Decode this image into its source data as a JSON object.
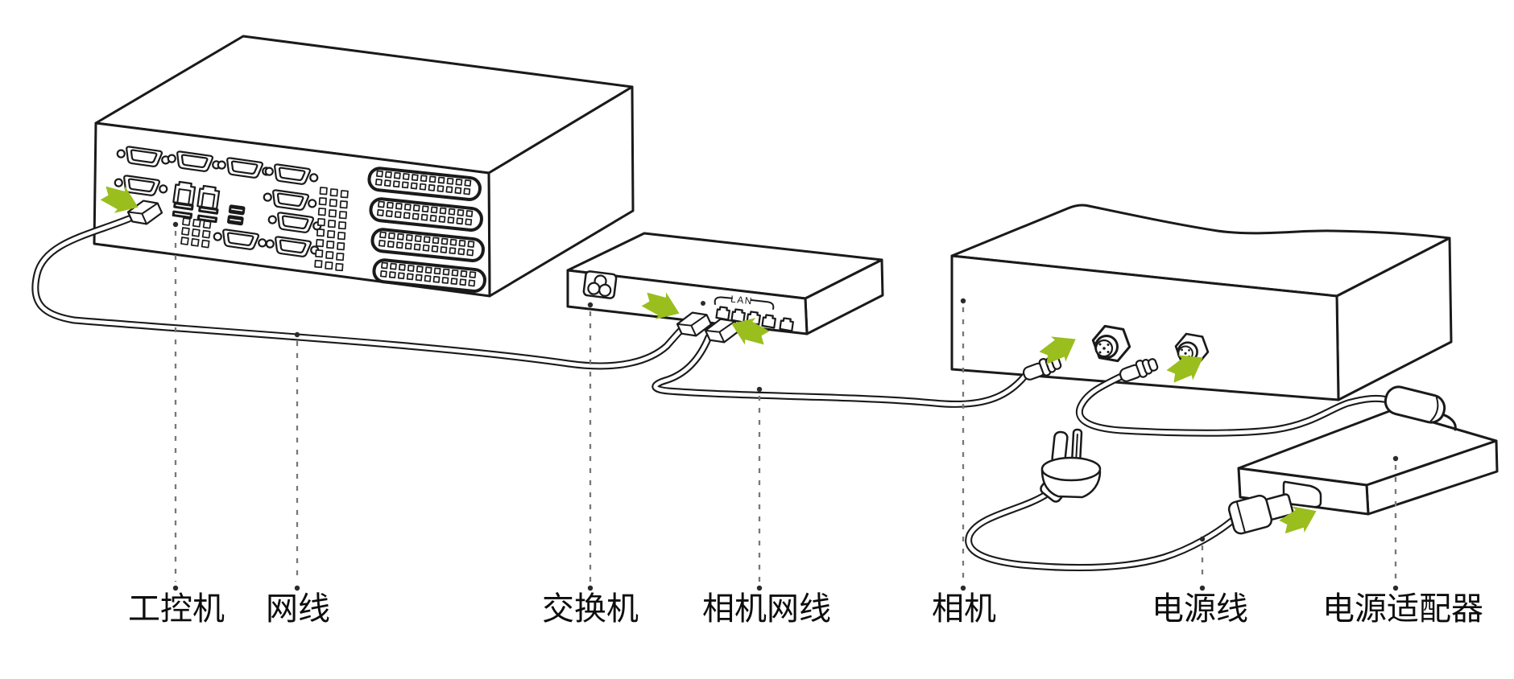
{
  "diagram": {
    "background_color": "#ffffff",
    "colors": {
      "line": "#1a1a1a",
      "arrow_green": "#9abe1e",
      "leader_gray": "#787878",
      "label_text": "#0d0d0d"
    },
    "switch_panel": {
      "lan_label": "LAN"
    },
    "labels": [
      {
        "id": "industrial-pc",
        "text": "工控机"
      },
      {
        "id": "network-cable",
        "text": "网线"
      },
      {
        "id": "network-switch",
        "text": "交换机"
      },
      {
        "id": "camera-network-cable",
        "text": "相机网线"
      },
      {
        "id": "camera",
        "text": "相机"
      },
      {
        "id": "power-cable",
        "text": "电源线"
      },
      {
        "id": "power-adapter",
        "text": "电源适配器"
      }
    ]
  }
}
